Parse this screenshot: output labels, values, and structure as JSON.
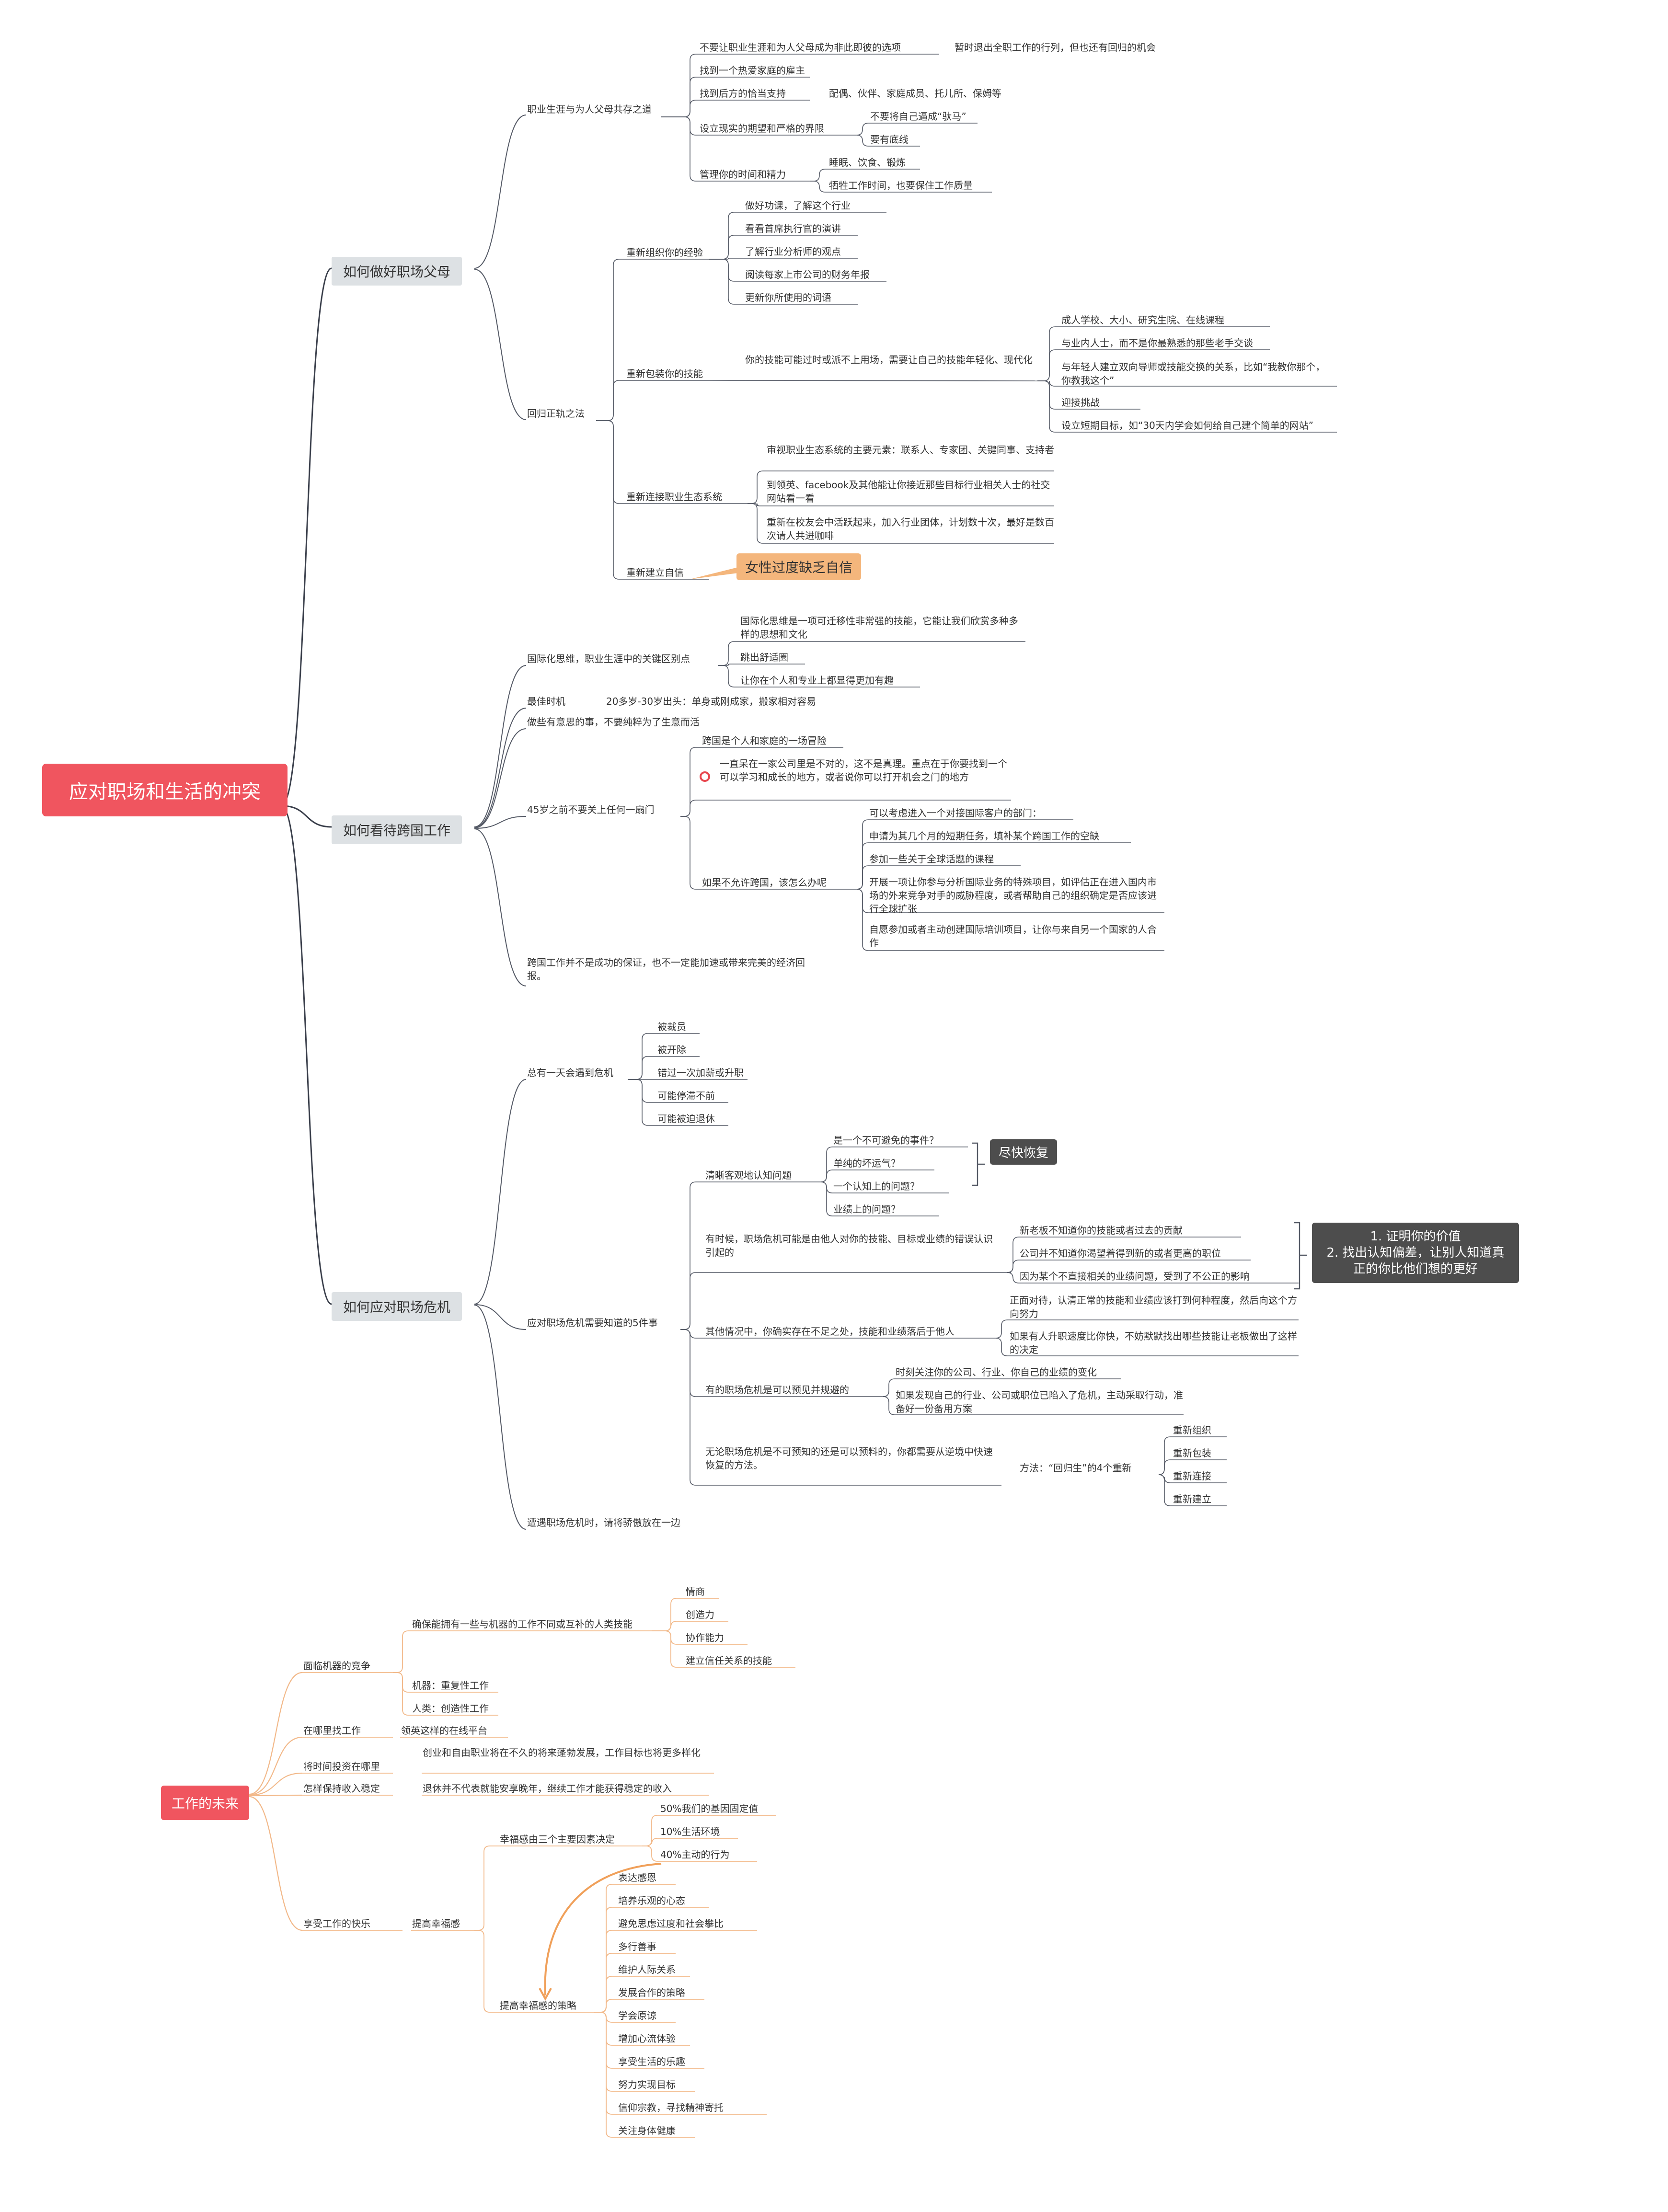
{
  "title": "应对职场和生活的冲突",
  "branches": {
    "b1": {
      "label": "如何做好职场父母",
      "s1": {
        "label": "职业生涯与为人父母共存之道",
        "i1": "不要让职业生涯和为人父母成为非此即彼的选项",
        "i1_sub": "暂时退出全职工作的行列，但也还有回归的机会",
        "i2": "找到一个热爱家庭的雇主",
        "i3": "找到后方的恰当支持",
        "i3_sub": "配偶、伙伴、家庭成员、托儿所、保姆等",
        "i4": "设立现实的期望和严格的界限",
        "i4_a": "不要将自己逼成“驮马”",
        "i4_b": "要有底线",
        "i5": "管理你的时间和精力",
        "i5_a": "睡眠、饮食、锻炼",
        "i5_b": "牺牲工作时间，也要保住工作质量"
      },
      "s2": {
        "label": "回归正轨之法",
        "r1": {
          "label": "重新组织你的经验",
          "items": [
            "做好功课，了解这个行业",
            "看看首席执行官的演讲",
            "了解行业分析师的观点",
            "阅读每家上市公司的财务年报",
            "更新你所使用的词语"
          ]
        },
        "r2": {
          "label": "重新包装你的技能",
          "desc": "你的技能可能过时或派不上用场，需要让自己的技能年轻化、现代化",
          "items": [
            "成人学校、大小、研究生院、在线课程",
            "与业内人士，而不是你最熟悉的那些老手交谈",
            "与年轻人建立双向导师或技能交换的关系，比如“我教你那个，你教我这个”",
            "迎接挑战",
            "设立短期目标，如“30天内学会如何给自己建个简单的网站”"
          ]
        },
        "r3": {
          "label": "重新连接职业生态系统",
          "items": [
            "审视职业生态系统的主要元素：联系人、专家团、关键同事、支持者",
            "到领英、facebook及其他能让你接近那些目标行业相关人士的社交网站看一看",
            "重新在校友会中活跃起来，加入行业团体，计划数十次，最好是数百次请人共进咖啡"
          ]
        },
        "r4": {
          "label": "重新建立自信",
          "note": "女性过度缺乏自信"
        }
      }
    },
    "b2": {
      "label": "如何看待跨国工作",
      "s1": {
        "label": "国际化思维，职业生涯中的关键区别点",
        "items": [
          "国际化思维是一项可迁移性非常强的技能，它能让我们欣赏多种多样的思想和文化",
          "跳出舒适圈",
          "让你在个人和专业上都显得更加有趣"
        ]
      },
      "s2": {
        "label": "最佳时机",
        "sub": "20多岁-30岁出头：单身或刚成家，搬家相对容易"
      },
      "s3": "做些有意思的事，不要纯粹为了生意而活",
      "s4": {
        "label": "45岁之前不要关上任何一扇门",
        "a": "跨国是个人和家庭的一场冒险",
        "b": "一直呆在一家公司里是不对的，这不是真理。重点在于你要找到一个可以学习和成长的地方，或者说你可以打开机会之门的地方",
        "c": {
          "label": "如果不允许跨国，该怎么办呢",
          "items": [
            "可以考虑进入一个对接国际客户的部门：",
            "申请为其几个月的短期任务，填补某个跨国工作的空缺",
            "参加一些关于全球话题的课程",
            "开展一项让你参与分析国际业务的特殊项目，如评估正在进入国内市场的外来竞争对手的威胁程度，或者帮助自己的组织确定是否应该进行全球扩张",
            "自愿参加或者主动创建国际培训项目，让你与来自另一个国家的人合作"
          ]
        }
      },
      "s5": "跨国工作并不是成功的保证，也不一定能加速或带来完美的经济回报。"
    },
    "b3": {
      "label": "如何应对职场危机",
      "s1": {
        "label": "总有一天会遇到危机",
        "items": [
          "被裁员",
          "被开除",
          "错过一次加薪或升职",
          "可能停滞不前",
          "可能被迫退休"
        ]
      },
      "s2": {
        "label": "应对职场危机需要知道的5件事",
        "t1": {
          "label": "清晰客观地认知问题",
          "items": [
            "是一个不可避免的事件？",
            "单纯的坏运气？",
            "一个认知上的问题？",
            "业绩上的问题？"
          ],
          "note": "尽快恢复"
        },
        "t2": {
          "label": "有时候，职场危机可能是由他人对你的技能、目标或业绩的错误认识引起的",
          "items": [
            "新老板不知道你的技能或者过去的贡献",
            "公司并不知道你渴望着得到新的或者更高的职位",
            "因为某个不直接相关的业绩问题，受到了不公正的影响"
          ],
          "note": "1. 证明你的价值\n2. 找出认知偏差，让别人知道真正的你比他们想的更好"
        },
        "t3": {
          "label": "其他情况中，你确实存在不足之处，技能和业绩落后于他人",
          "items": [
            "正面对待，认清正常的技能和业绩应该打到何种程度，然后向这个方向努力",
            "如果有人升职速度比你快，不妨默默找出哪些技能让老板做出了这样的决定"
          ]
        },
        "t4": {
          "label": "有的职场危机是可以预见并规避的",
          "items": [
            "时刻关注你的公司、行业、你自己的业绩的变化",
            "如果发现自己的行业、公司或职位已陷入了危机，主动采取行动，准备好一份备用方案"
          ]
        },
        "t5": {
          "label": "无论职场危机是不可预知的还是可以预料的，你都需要从逆境中快速恢复的方法。",
          "method": "方法：“回归生”的4个重新",
          "items": [
            "重新组织",
            "重新包装",
            "重新连接",
            "重新建立"
          ]
        }
      },
      "s3": "遭遇职场危机时，请将骄傲放在一边"
    }
  },
  "future": {
    "title": "工作的未来",
    "f1": {
      "label": "面临机器的竞争",
      "a": {
        "label": "确保能拥有一些与机器的工作不同或互补的人类技能",
        "items": [
          "情商",
          "创造力",
          "协作能力",
          "建立信任关系的技能"
        ]
      },
      "b": "机器：重复性工作",
      "c": "人类：创造性工作"
    },
    "f2": {
      "label": "在哪里找工作",
      "sub": "领英这样的在线平台"
    },
    "f3": {
      "label": "将时间投资在哪里",
      "sub": "创业和自由职业将在不久的将来蓬勃发展，工作目标也将更多样化"
    },
    "f4": {
      "label": "怎样保持收入稳定",
      "sub": "退休并不代表就能安享晚年，继续工作才能获得稳定的收入"
    },
    "f5": {
      "label": "享受工作的快乐",
      "sub": "提高幸福感",
      "h1": {
        "label": "幸福感由三个主要因素决定",
        "items": [
          "50%我们的基因固定值",
          "10%生活环境",
          "40%主动的行为"
        ]
      },
      "h2": {
        "label": "提高幸福感的策略",
        "items": [
          "表达感恩",
          "培养乐观的心态",
          "避免思虑过度和社会攀比",
          "多行善事",
          "维护人际关系",
          "发展合作的策略",
          "学会原谅",
          "增加心流体验",
          "享受生活的乐趣",
          "努力实现目标",
          "信仰宗教，寻找精神寄托",
          "关注身体健康"
        ]
      }
    }
  },
  "colors": {
    "root": "#f0555f",
    "branch_bg": "#dde1e4",
    "line_dark": "#3a3f4b",
    "line_orange": "#f2b98a",
    "note_orange": "#f4b67c",
    "note_dark": "#4d4d4d",
    "marker": "#e8464e"
  }
}
